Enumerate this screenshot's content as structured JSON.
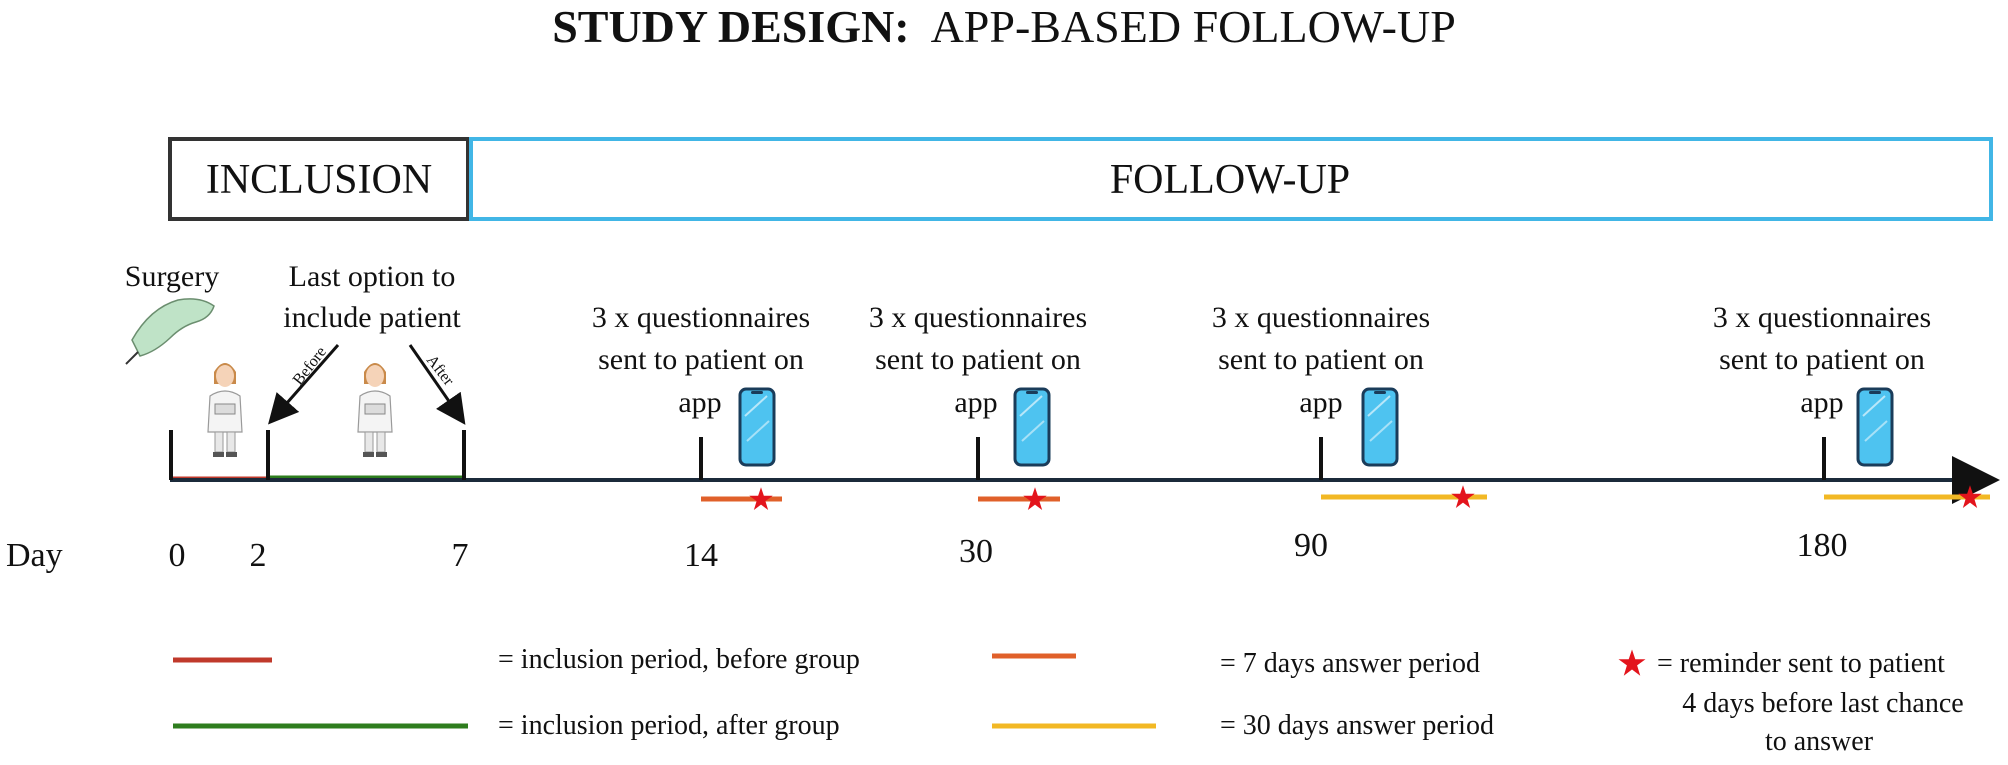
{
  "title": {
    "bold": "STUDY DESIGN:",
    "rest": "APP-BASED FOLLOW-UP"
  },
  "phases": {
    "inclusion": "INCLUSION",
    "followup": "FOLLOW-UP"
  },
  "events": {
    "surgery": "Surgery",
    "last_option_line1": "Last option to",
    "last_option_line2": "include patient",
    "before": "Before",
    "after": "After"
  },
  "questionnaire": {
    "line1": "3 x questionnaires",
    "line2": "sent to patient on",
    "line3": "app"
  },
  "day_label": "Day",
  "days": {
    "d0": "0",
    "d2": "2",
    "d7": "7",
    "d14": "14",
    "d30": "30",
    "d90": "90",
    "d180": "180"
  },
  "legend": {
    "before_group": "= inclusion period, before group",
    "after_group": "= inclusion period, after group",
    "seven_days": "= 7 days answer period",
    "thirty_days": "= 30 days answer period",
    "reminder_line1": "= reminder sent to patient",
    "reminder_line2": "4 days before last chance",
    "reminder_line3": "to answer"
  },
  "colors": {
    "inclusion_border": "#333333",
    "followup_border": "#41b6e6",
    "timeline": "#1b2a3a",
    "before_group": "#c0392b",
    "after_group": "#2e7d1e",
    "seven_days": "#e0602a",
    "thirty_days": "#f2b824",
    "reminder_star": "#e3141c",
    "phone": "#4ec3f0"
  }
}
